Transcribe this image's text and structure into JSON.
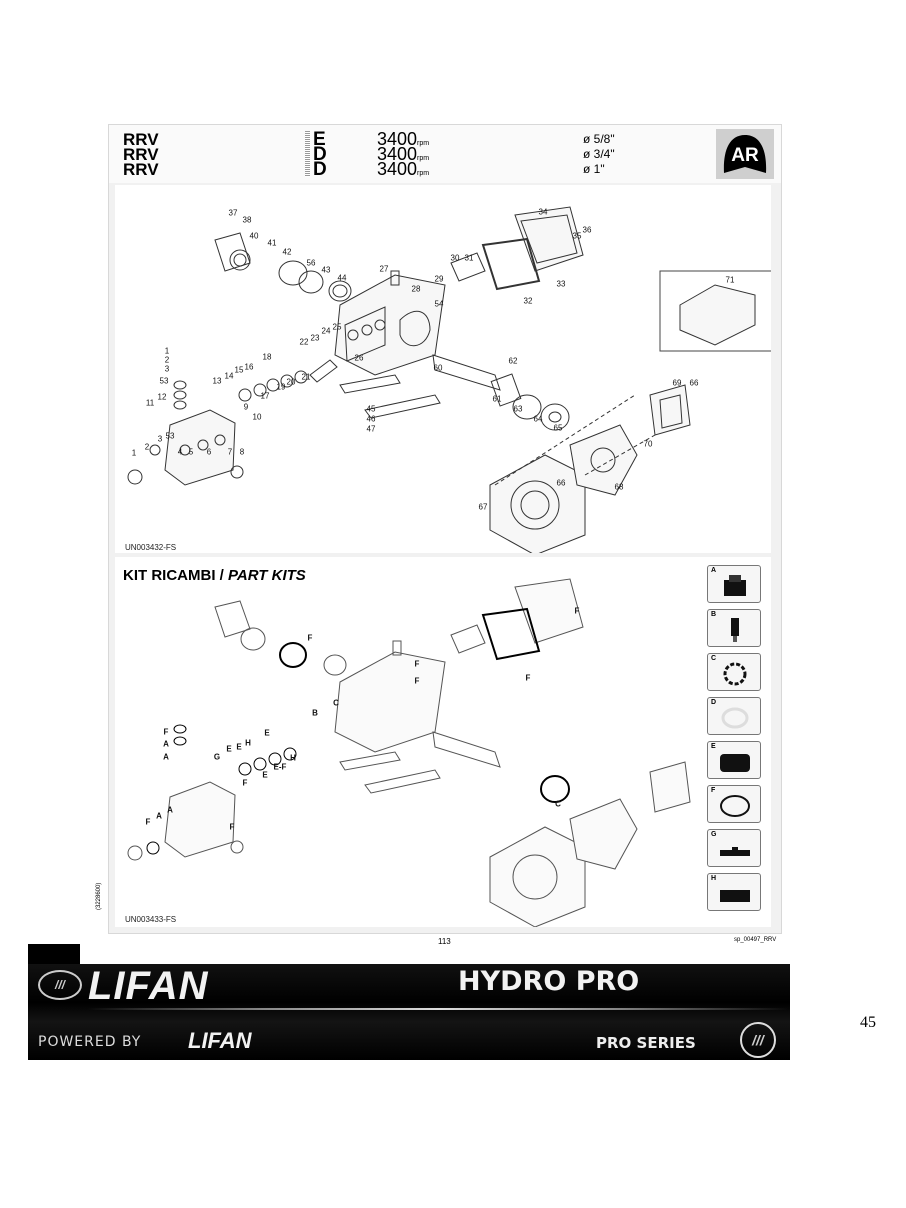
{
  "header": {
    "rows": [
      {
        "model": "RRV",
        "version": "E",
        "rpm": "3400",
        "rpm_unit": "rpm",
        "diameter": "ø 5/8\""
      },
      {
        "model": "RRV",
        "version": "D",
        "rpm": "3400",
        "rpm_unit": "rpm",
        "diameter": "ø 3/4\""
      },
      {
        "model": "RRV",
        "version": "D",
        "rpm": "3400",
        "rpm_unit": "rpm",
        "diameter": "ø 1\""
      }
    ],
    "logo_text": "AR"
  },
  "exploded_view": {
    "code": "UN003432-FS",
    "part_labels": [
      "37",
      "38",
      "40",
      "41",
      "42",
      "56",
      "43",
      "44",
      "27",
      "28",
      "29",
      "30",
      "31",
      "54",
      "34",
      "35",
      "36",
      "33",
      "32",
      "71",
      "22",
      "23",
      "24",
      "25",
      "26",
      "60",
      "62",
      "61",
      "63",
      "64",
      "65",
      "69",
      "66",
      "70",
      "66",
      "68",
      "67",
      "45",
      "46",
      "47",
      "18",
      "16",
      "15",
      "14",
      "13",
      "17",
      "19",
      "20",
      "21",
      "1",
      "2",
      "3",
      "53",
      "12",
      "11",
      "9",
      "10",
      "53",
      "3",
      "2",
      "1",
      "4",
      "5",
      "6",
      "7",
      "8"
    ]
  },
  "part_kits": {
    "title_it": "KIT RICAMBI /",
    "title_en": "PART KITS",
    "code": "UN003433-FS",
    "kit_labels": [
      "F",
      "F",
      "F",
      "F",
      "F",
      "B",
      "C",
      "E",
      "H",
      "E",
      "E",
      "G",
      "F",
      "A",
      "A",
      "E-F",
      "H",
      "E",
      "F",
      "F",
      "F",
      "A",
      "A",
      "C"
    ],
    "kits": [
      {
        "letter": "A",
        "icon": "valve-kit-icon"
      },
      {
        "letter": "B",
        "icon": "piston-icon"
      },
      {
        "letter": "C",
        "icon": "oil-seal-icon"
      },
      {
        "letter": "D",
        "icon": "seal-ring-icon"
      },
      {
        "letter": "E",
        "icon": "packing-seals-icon"
      },
      {
        "letter": "F",
        "icon": "o-ring-icon"
      },
      {
        "letter": "G",
        "icon": "gasket-icon"
      },
      {
        "letter": "H",
        "icon": "seal-set-icon"
      }
    ]
  },
  "footer": {
    "page_number": "113",
    "doc_code": "sp_00497_RRV",
    "side_code": "(3228600)"
  },
  "banner": {
    "brand": "LIFAN",
    "product": "HYDRO PRO",
    "powered_by": "POWERED BY",
    "powered_brand": "LIFAN",
    "series": "PRO SERIES"
  },
  "manual_page": "45"
}
